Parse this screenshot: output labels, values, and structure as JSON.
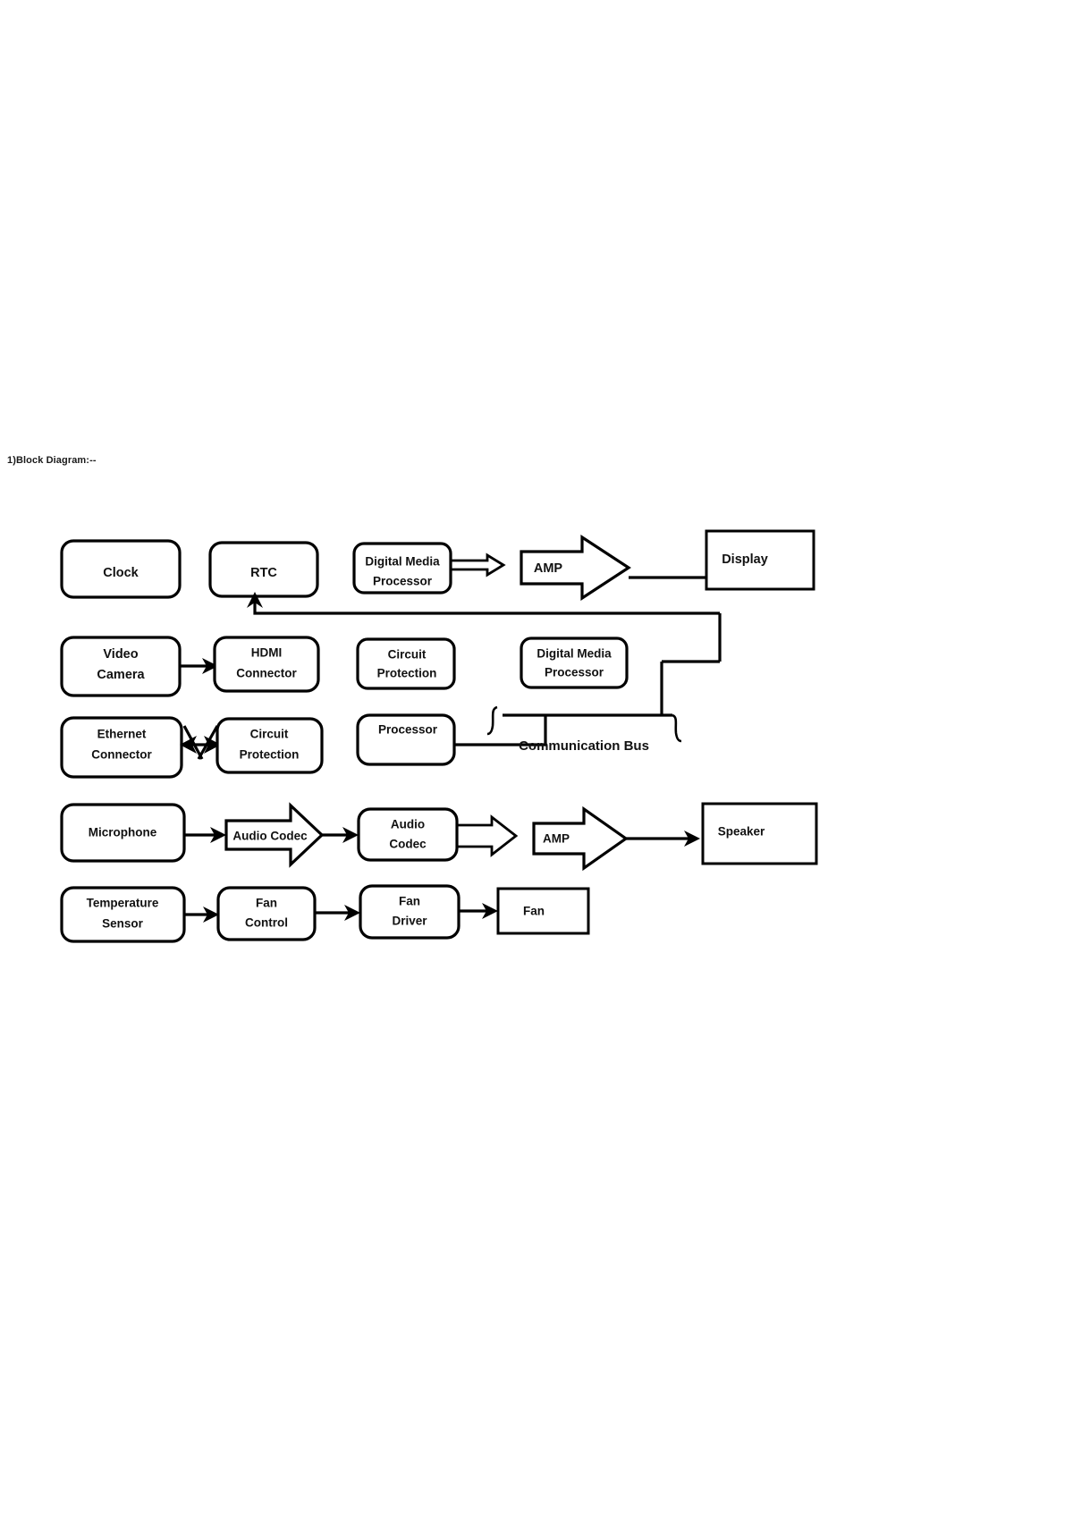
{
  "document": {
    "title": "1)Block Diagram:--"
  },
  "diagram": {
    "type": "block-diagram",
    "bus_label": "Communication Bus",
    "rows": [
      {
        "name": "clock-rtc-media-row",
        "blocks": [
          {
            "id": "clock",
            "label": "Clock",
            "shape": "rounded-rect"
          },
          {
            "id": "rtc",
            "label": "RTC",
            "shape": "rounded-rect"
          },
          {
            "id": "digital-media-processor-top",
            "label": "Digital Media Processor",
            "lines": [
              "Digital Media",
              "Processor"
            ],
            "shape": "rounded-rect"
          },
          {
            "id": "amp-top",
            "label": "AMP",
            "shape": "block-arrow"
          },
          {
            "id": "display",
            "label": "Display",
            "shape": "rect"
          }
        ]
      },
      {
        "name": "video-row",
        "blocks": [
          {
            "id": "video-camera",
            "label": "Video Camera",
            "lines": [
              "Video",
              "Camera"
            ],
            "shape": "rounded-rect"
          },
          {
            "id": "hdmi-connector",
            "label": "HDMI Connector",
            "lines": [
              "HDMI",
              "Connector"
            ],
            "shape": "rounded-rect"
          },
          {
            "id": "circuit-protection-video",
            "label": "Circuit Protection",
            "lines": [
              "Circuit",
              "Protection"
            ],
            "shape": "rounded-rect"
          },
          {
            "id": "digital-media-processor-mid",
            "label": "Digital Media Processor",
            "lines": [
              "Digital Media",
              "Processor"
            ],
            "shape": "rounded-rect"
          }
        ]
      },
      {
        "name": "ethernet-row",
        "blocks": [
          {
            "id": "ethernet-connector",
            "label": "Ethernet Connector",
            "lines": [
              "Ethernet",
              "Connector"
            ],
            "shape": "rounded-rect"
          },
          {
            "id": "circuit-protection-ethernet",
            "label": "Circuit Protection",
            "lines": [
              "Circuit",
              "Protection"
            ],
            "shape": "rounded-rect"
          },
          {
            "id": "processor",
            "label": "Processor",
            "shape": "rounded-rect"
          }
        ]
      },
      {
        "name": "audio-row",
        "blocks": [
          {
            "id": "microphone",
            "label": "Microphone",
            "shape": "rounded-rect"
          },
          {
            "id": "audio-codec-arrow",
            "label": "Audio Codec",
            "shape": "block-arrow"
          },
          {
            "id": "audio-codec-box",
            "label": "Audio Codec",
            "lines": [
              "Audio",
              "Codec"
            ],
            "shape": "rounded-rect"
          },
          {
            "id": "amp-audio",
            "label": "AMP",
            "shape": "block-arrow"
          },
          {
            "id": "speaker",
            "label": "Speaker",
            "shape": "rect"
          }
        ]
      },
      {
        "name": "thermal-row",
        "blocks": [
          {
            "id": "temperature-sensor",
            "label": "Temperature Sensor",
            "lines": [
              "Temperature",
              "Sensor"
            ],
            "shape": "rounded-rect"
          },
          {
            "id": "fan-control",
            "label": "Fan Control",
            "lines": [
              "Fan",
              "Control"
            ],
            "shape": "rounded-rect"
          },
          {
            "id": "fan-driver",
            "label": "Fan Driver",
            "lines": [
              "Fan",
              "Driver"
            ],
            "shape": "rounded-rect"
          },
          {
            "id": "fan",
            "label": "Fan",
            "shape": "rect"
          }
        ]
      }
    ],
    "connections": [
      {
        "from": "digital-media-processor-top",
        "to": "amp-top",
        "style": "double-line-arrow"
      },
      {
        "from": "amp-top",
        "to": "display",
        "style": "line"
      },
      {
        "from": "video-camera",
        "to": "hdmi-connector",
        "style": "arrow"
      },
      {
        "from": "ethernet-connector",
        "to": "circuit-protection-ethernet",
        "style": "bidirectional-arrow"
      },
      {
        "from": "communication-bus",
        "to": "rtc",
        "style": "feedback-arrow-up"
      },
      {
        "from": "processor",
        "to": "communication-bus",
        "style": "line"
      },
      {
        "from": "digital-media-processor-mid",
        "to": "communication-bus",
        "style": "line"
      },
      {
        "from": "microphone",
        "to": "audio-codec-arrow",
        "style": "arrow"
      },
      {
        "from": "audio-codec-arrow",
        "to": "audio-codec-box",
        "style": "arrow"
      },
      {
        "from": "audio-codec-box",
        "to": "amp-audio",
        "style": "double-line-arrow"
      },
      {
        "from": "amp-audio",
        "to": "speaker",
        "style": "arrow"
      },
      {
        "from": "temperature-sensor",
        "to": "fan-control",
        "style": "arrow"
      },
      {
        "from": "fan-control",
        "to": "fan-driver",
        "style": "arrow"
      },
      {
        "from": "fan-driver",
        "to": "fan",
        "style": "arrow"
      }
    ]
  },
  "colors": {
    "stroke": "#000000",
    "fill": "#ffffff",
    "text": "#111111"
  }
}
